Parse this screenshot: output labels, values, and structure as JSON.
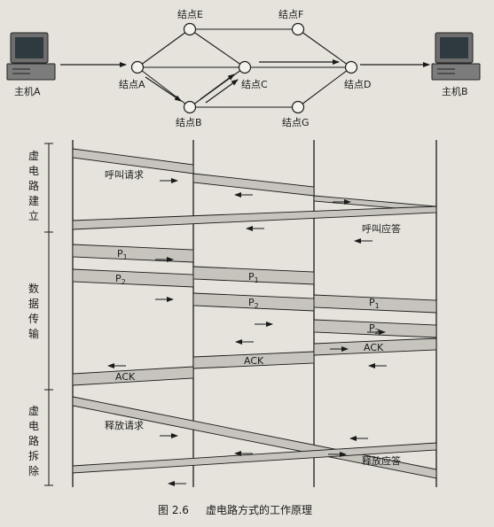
{
  "hosts": {
    "a": {
      "label": "主机A",
      "icon": "computer-icon"
    },
    "b": {
      "label": "主机B",
      "icon": "computer-icon"
    }
  },
  "nodes": {
    "A": "结点A",
    "B": "结点B",
    "C": "结点C",
    "D": "结点D",
    "E": "结点E",
    "F": "结点F",
    "G": "结点G"
  },
  "phases": {
    "setup": "虚电路建立",
    "transfer": "数据传输",
    "teardown": "虚电路拆除"
  },
  "messages": {
    "call_request": "呼叫请求",
    "call_answer": "呼叫应答",
    "p1": "P",
    "p1_sub": "1",
    "p2": "P",
    "p2_sub": "2",
    "ack": "ACK",
    "release_request": "释放请求",
    "release_answer": "释放应答"
  },
  "caption": {
    "figure": "图 2.6",
    "title": "虚电路方式的工作原理"
  },
  "colors": {
    "background": "#e6e3dc",
    "band": "#c9c6bf",
    "line": "#1a1a1a"
  }
}
